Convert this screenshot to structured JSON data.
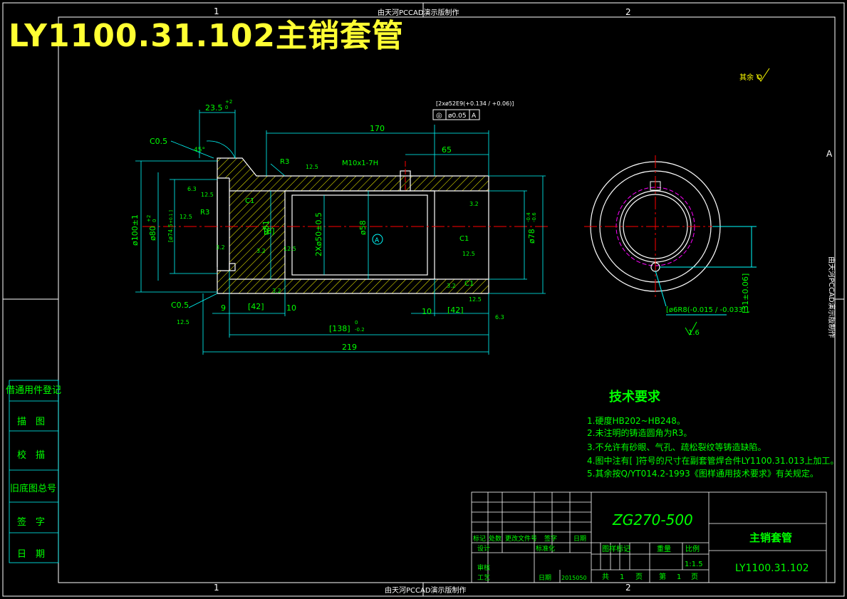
{
  "header": {
    "title": "LY1100.31.102主销套管",
    "watermark": "由天河PCCAD演示版制作"
  },
  "zones": {
    "top_1": "1",
    "top_2": "2",
    "bottom_1": "1",
    "bottom_2": "2",
    "right_a": "A"
  },
  "roughness_note": "其余",
  "dims": {
    "d_23_5": "23.5",
    "d_23_5_tol_up": "+2",
    "d_23_5_tol_dn": "0",
    "d_170": "170",
    "d_65": "65",
    "d_c05_top": "C0.5",
    "d_45": "45°",
    "d_r3_top": "R3",
    "d_r3_left": "R3",
    "d_m10": "M10x1-7H",
    "d_125_a": "12.5",
    "d_63_a": "6.3",
    "d_125_b": "12.5",
    "d_125_c": "12.5",
    "d_32_a": "3.2",
    "d_c1_a": "C1",
    "d_c1_b": "C1",
    "d_c1_c": "C1",
    "d_phi100": "ø100±1",
    "d_phi80": "ø80",
    "d_phi80_tol_up": "+2",
    "d_phi80_tol_dn": "0",
    "d_phi745": "[ø74.5",
    "d_phi745_tol": "+0.1 ]",
    "d_6": "[6]",
    "d_phi81": "ø81",
    "d_2x50": "2Xø50±0.5",
    "d_phi58": "ø58",
    "d_datum_a": "A",
    "d_phi78": "ø78",
    "d_phi78_tol_up": "-0.4",
    "d_phi78_tol_dn": "-0.6",
    "d_fcf_top": "[2xø52E9(+0.134 / +0.06)]",
    "d_fcf_sym": "◎",
    "d_fcf_tol": "ø0.05",
    "d_fcf_ref": "A",
    "d_32_b": "3.2",
    "d_32_c": "3.2",
    "d_32_d": "3.2",
    "d_32_e": "3.2",
    "d_125_d": "12.5",
    "d_125_e": "12.5",
    "d_125_f": "12.5",
    "d_c05_bot": "C0.5",
    "d_125_g": "12.5",
    "d_9": "9",
    "d_42_l": "[42]",
    "d_10_l": "10",
    "d_10_r": "10",
    "d_42_r": "[42]",
    "d_63_b": "6.3",
    "d_138": "[138]",
    "d_138_tol_up": "0",
    "d_138_tol_dn": "-0.2",
    "d_219": "219",
    "d_phi6r8": "[ø6R8(-0.015 / -0.033)]",
    "d_31": "[31±0.06]",
    "d_16": "1.6"
  },
  "tech": {
    "heading": "技术要求",
    "items": [
      "1.硬度HB202~HB248。",
      "2.未注明的铸造圆角为R3。",
      "3.不允许有砂眼、气孔、疏松裂纹等铸造缺陷。",
      "4.图中注有[ ]符号的尺寸在副套管焊合件LY1100.31.013上加工。",
      "5.其余按Q/YT014.2-1993《图样通用技术要求》有关规定。"
    ]
  },
  "side_table": [
    "借通用件登记",
    "描　图",
    "校　描",
    "旧底图总号",
    "签　字",
    "日　期"
  ],
  "title_block": {
    "material": "ZG270-500",
    "part_name": "主销套管",
    "part_no": "LY1100.31.102",
    "h_mark": "标记",
    "h_count": "处数",
    "h_doc": "更改文件号",
    "h_sign": "签字",
    "h_date": "日期",
    "design": "设计",
    "standard": "标准化",
    "stage_mark": "图样标记",
    "weight": "重量",
    "scale_label": "比例",
    "scale": "1:1.5",
    "review": "审核",
    "process": "工艺",
    "date_label": "日期",
    "date": "2015050",
    "total_a": "共",
    "total_b": "1",
    "total_c": "页",
    "sheet_a": "第",
    "sheet_b": "1",
    "sheet_c": "页"
  }
}
